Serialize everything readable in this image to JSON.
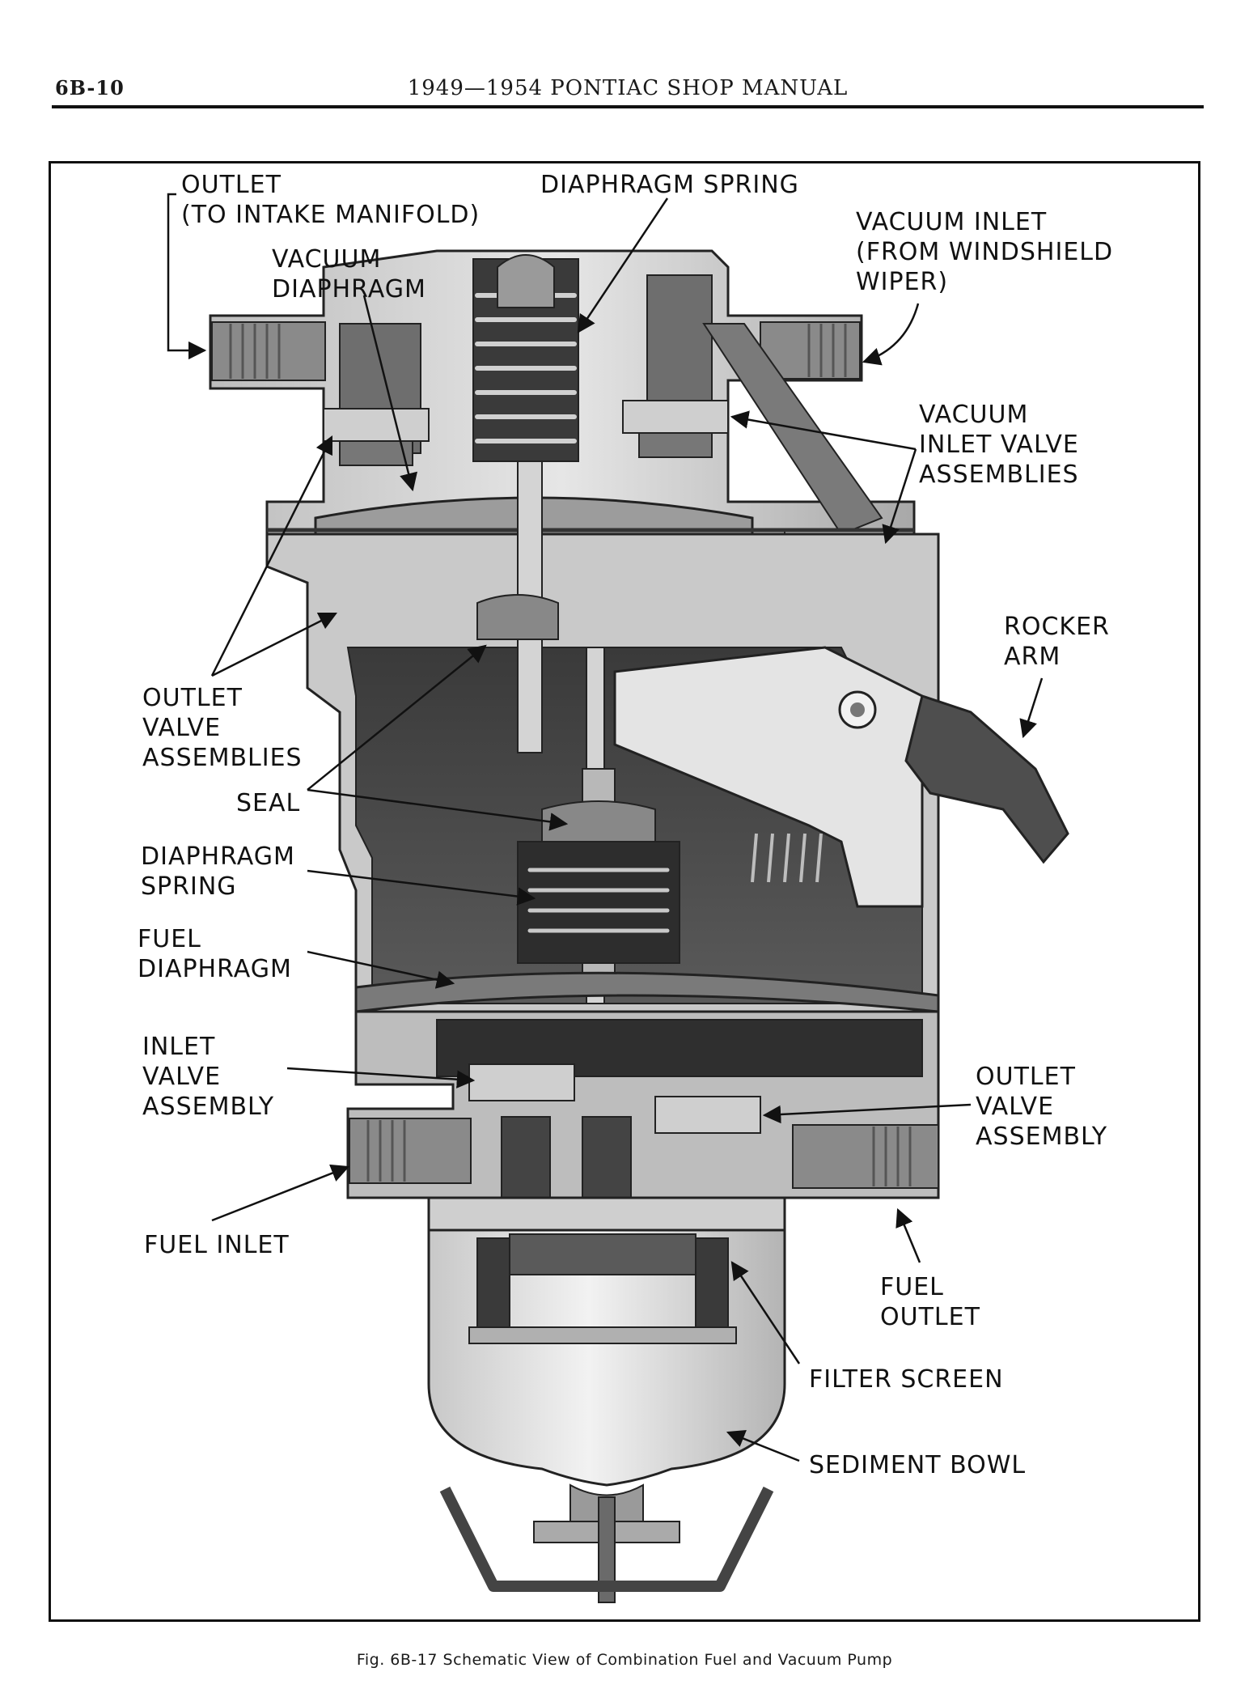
{
  "header": {
    "page_number": "6B-10",
    "running_title": "1949—1954 PONTIAC SHOP MANUAL"
  },
  "callouts": {
    "outlet_to_intake": "OUTLET\n(TO INTAKE MANIFOLD)",
    "diaphragm_spring_top": "DIAPHRAGM SPRING",
    "vacuum_diaphragm": "VACUUM\nDIAPHRAGM",
    "vacuum_inlet": "VACUUM INLET\n(FROM WINDSHIELD\nWIPER)",
    "vacuum_inlet_valve_assemblies": "VACUUM\nINLET VALVE\nASSEMBLIES",
    "rocker_arm": "ROCKER\nARM",
    "outlet_valve_assemblies": "OUTLET\nVALVE\nASSEMBLIES",
    "seal": "SEAL",
    "diaphragm_spring_lower": "DIAPHRAGM\nSPRING",
    "fuel_diaphragm": "FUEL\nDIAPHRAGM",
    "inlet_valve_assembly": "INLET\nVALVE\nASSEMBLY",
    "outlet_valve_assembly": "OUTLET\nVALVE\nASSEMBLY",
    "fuel_inlet": "FUEL INLET",
    "fuel_outlet": "FUEL\nOUTLET",
    "filter_screen": "FILTER SCREEN",
    "sediment_bowl": "SEDIMENT BOWL"
  },
  "caption": "Fig. 6B-17  Schematic View of Combination Fuel and Vacuum Pump",
  "colors": {
    "ink": "#111111",
    "housing_light": "#d8d8d8",
    "housing_mid": "#9a9a9a",
    "housing_dark": "#4a4a4a",
    "cavity": "#2b2b2b",
    "paper": "#ffffff"
  }
}
